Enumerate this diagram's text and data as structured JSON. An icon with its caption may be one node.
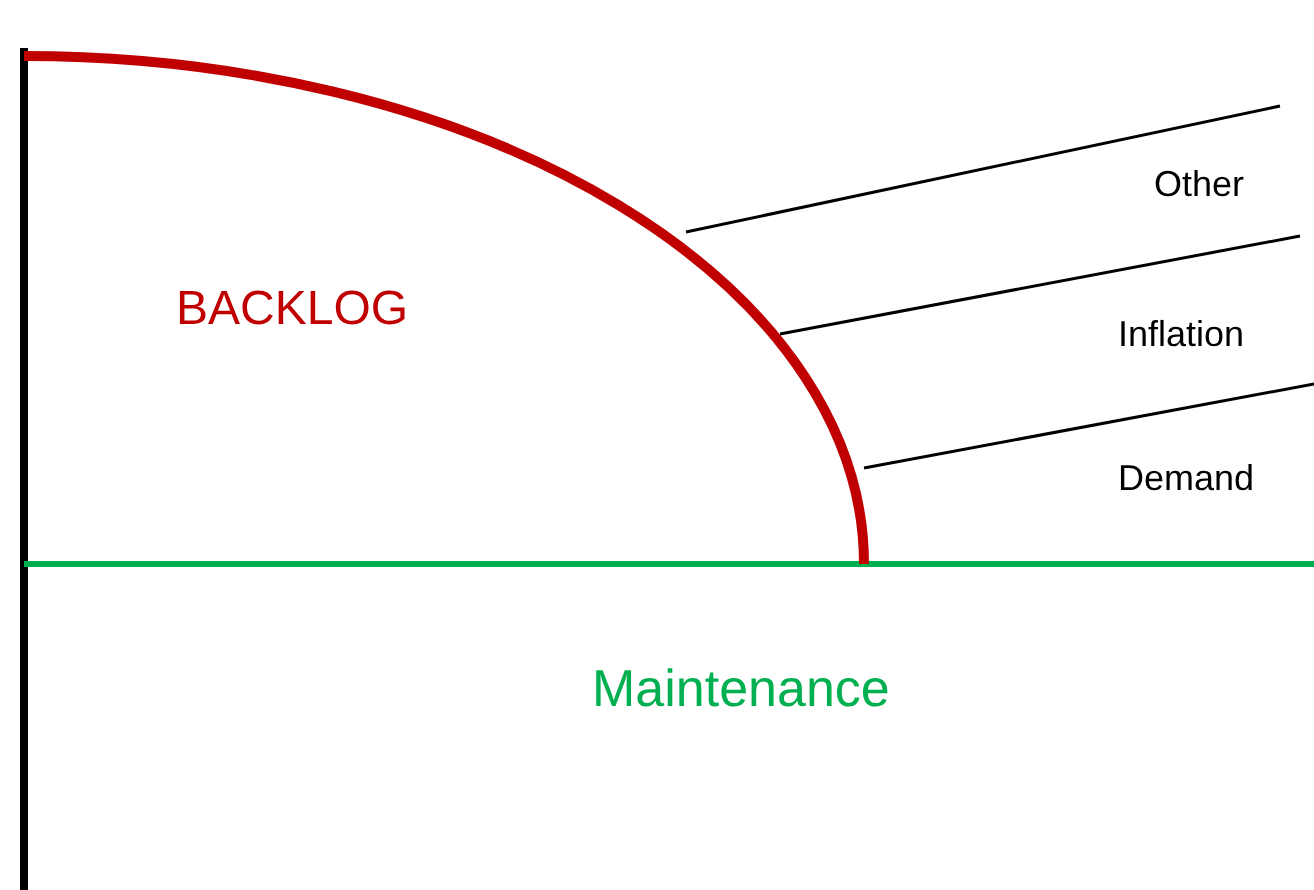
{
  "diagram": {
    "labels": [
      "BACKLOG",
      "Other",
      "Inflation",
      "Demand",
      "Maintenance"
    ]
  }
}
